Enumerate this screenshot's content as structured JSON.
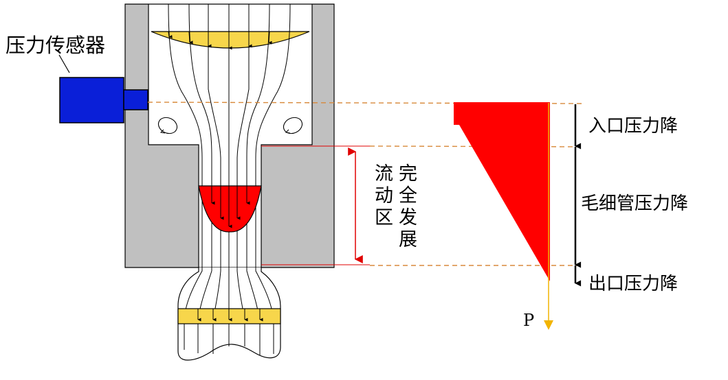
{
  "labels": {
    "sensor": "压力传感器",
    "entrance_drop": "入口压力降",
    "capillary_drop": "毛细管压力降",
    "exit_drop": "出口压力降",
    "flow_zone_col1": [
      "流",
      "动",
      "区"
    ],
    "flow_zone_col2": [
      "完",
      "全",
      "发",
      "展"
    ],
    "pressure_axis": "P"
  },
  "colors": {
    "barrel": "#c0c0c0",
    "sensor": "#0a1fd8",
    "velocity_profile_top": "#f7d64b",
    "velocity_profile_mid": "#ff0000",
    "velocity_band_exit": "#f7d64b",
    "pressure_profile": "#ff0000",
    "guide_line": "#d8893a",
    "zone_arrow": "#e00000",
    "pressure_axis": "#f2b400"
  }
}
